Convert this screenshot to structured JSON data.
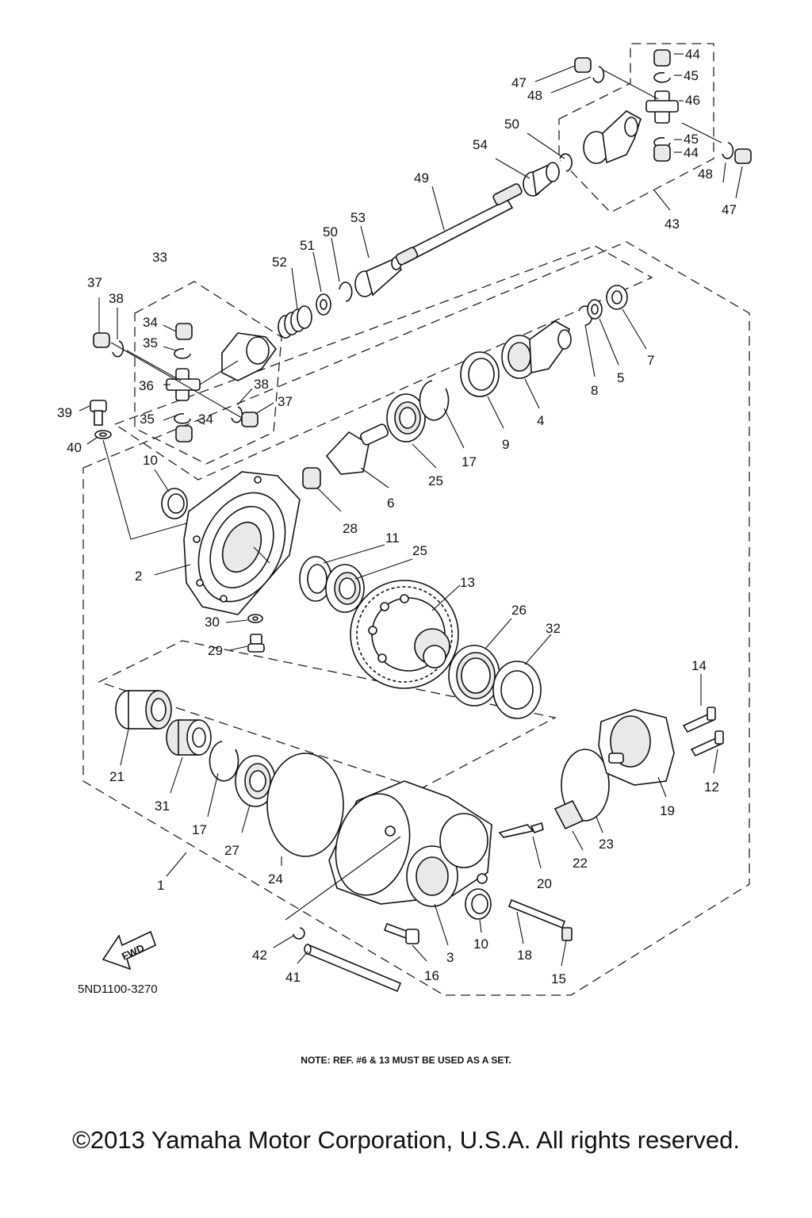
{
  "diagram": {
    "drawing_code": "5ND1100-3270",
    "fwd_label": "FWD",
    "callouts": [
      {
        "id": "p1",
        "label": "1"
      },
      {
        "id": "p2",
        "label": "2"
      },
      {
        "id": "p3",
        "label": "3"
      },
      {
        "id": "p4",
        "label": "4"
      },
      {
        "id": "p5",
        "label": "5"
      },
      {
        "id": "p6",
        "label": "6"
      },
      {
        "id": "p7",
        "label": "7"
      },
      {
        "id": "p8",
        "label": "8"
      },
      {
        "id": "p9",
        "label": "9"
      },
      {
        "id": "p10a",
        "label": "10"
      },
      {
        "id": "p10b",
        "label": "10"
      },
      {
        "id": "p11",
        "label": "11"
      },
      {
        "id": "p12",
        "label": "12"
      },
      {
        "id": "p13",
        "label": "13"
      },
      {
        "id": "p14",
        "label": "14"
      },
      {
        "id": "p15",
        "label": "15"
      },
      {
        "id": "p16",
        "label": "16"
      },
      {
        "id": "p17a",
        "label": "17"
      },
      {
        "id": "p17b",
        "label": "17"
      },
      {
        "id": "p18",
        "label": "18"
      },
      {
        "id": "p19",
        "label": "19"
      },
      {
        "id": "p20",
        "label": "20"
      },
      {
        "id": "p21",
        "label": "21"
      },
      {
        "id": "p22",
        "label": "22"
      },
      {
        "id": "p23",
        "label": "23"
      },
      {
        "id": "p24",
        "label": "24"
      },
      {
        "id": "p25a",
        "label": "25"
      },
      {
        "id": "p25b",
        "label": "25"
      },
      {
        "id": "p26",
        "label": "26"
      },
      {
        "id": "p27",
        "label": "27"
      },
      {
        "id": "p28",
        "label": "28"
      },
      {
        "id": "p29",
        "label": "29"
      },
      {
        "id": "p30",
        "label": "30"
      },
      {
        "id": "p31",
        "label": "31"
      },
      {
        "id": "p32",
        "label": "32"
      },
      {
        "id": "p33",
        "label": "33"
      },
      {
        "id": "p34a",
        "label": "34"
      },
      {
        "id": "p34b",
        "label": "34"
      },
      {
        "id": "p35a",
        "label": "35"
      },
      {
        "id": "p35b",
        "label": "35"
      },
      {
        "id": "p36",
        "label": "36"
      },
      {
        "id": "p37a",
        "label": "37"
      },
      {
        "id": "p37b",
        "label": "37"
      },
      {
        "id": "p38a",
        "label": "38"
      },
      {
        "id": "p38b",
        "label": "38"
      },
      {
        "id": "p39",
        "label": "39"
      },
      {
        "id": "p40",
        "label": "40"
      },
      {
        "id": "p41",
        "label": "41"
      },
      {
        "id": "p42",
        "label": "42"
      },
      {
        "id": "p43",
        "label": "43"
      },
      {
        "id": "p44a",
        "label": "44"
      },
      {
        "id": "p44b",
        "label": "44"
      },
      {
        "id": "p45a",
        "label": "45"
      },
      {
        "id": "p45b",
        "label": "45"
      },
      {
        "id": "p46",
        "label": "46"
      },
      {
        "id": "p47a",
        "label": "47"
      },
      {
        "id": "p47b",
        "label": "47"
      },
      {
        "id": "p48a",
        "label": "48"
      },
      {
        "id": "p48b",
        "label": "48"
      },
      {
        "id": "p49",
        "label": "49"
      },
      {
        "id": "p50a",
        "label": "50"
      },
      {
        "id": "p50b",
        "label": "50"
      },
      {
        "id": "p51",
        "label": "51"
      },
      {
        "id": "p52",
        "label": "52"
      },
      {
        "id": "p53",
        "label": "53"
      },
      {
        "id": "p54",
        "label": "54"
      }
    ]
  },
  "note": "NOTE: REF. #6 & 13 MUST BE USED AS A SET.",
  "copyright": "©2013 Yamaha Motor Corporation, U.S.A. All rights reserved."
}
